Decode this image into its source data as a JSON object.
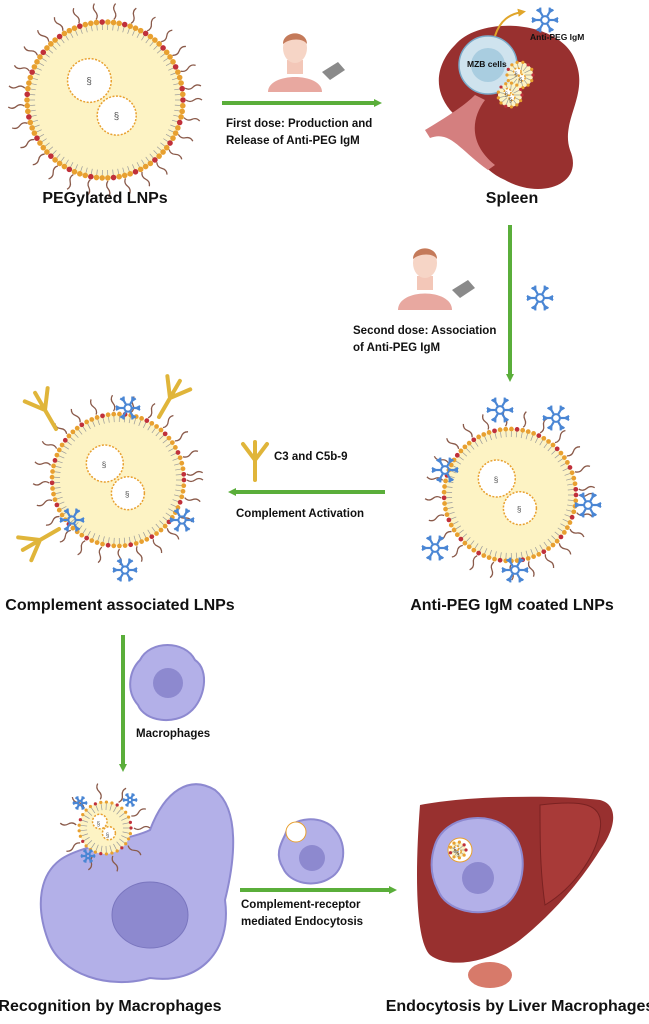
{
  "labels": {
    "pegylated": "PEGylated LNPs",
    "spleen": "Spleen",
    "coated": "Anti-PEG IgM coated LNPs",
    "complement": "Complement associated LNPs",
    "recognition": "Recognition by Macrophages",
    "endocytosis": "Endocytosis by Liver Macrophages"
  },
  "annotations": {
    "first_dose_1": "First dose: Production and",
    "first_dose_2": "Release of Anti-PEG IgM",
    "second_dose_1": "Second dose: Association",
    "second_dose_2": "of Anti-PEG IgM",
    "c3": "C3 and C5b-9",
    "complement_activation": "Complement Activation",
    "macrophages": "Macrophages",
    "receptor_1": "Complement-receptor",
    "receptor_2": "mediated Endocytosis",
    "mzb": "MZB cells",
    "anti_peg": "Anti-PEG IgM"
  },
  "colors": {
    "arrow": "#5aae3a",
    "spleen": "#98302f",
    "liver": "#98302f",
    "igm": "#4a86d4",
    "complement": "#e0b53a",
    "macrophage": "#a9a6e3",
    "lnp_core": "#fdf3c4",
    "lipid_head": "#e8a030"
  }
}
